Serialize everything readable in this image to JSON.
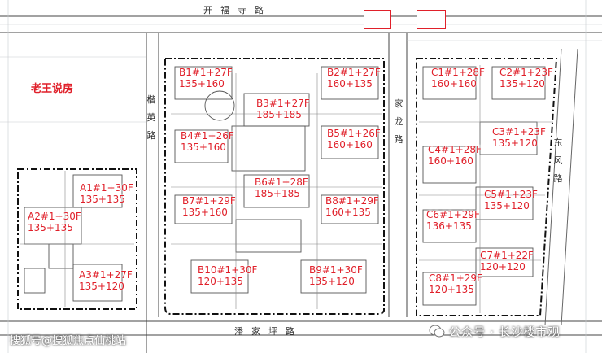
{
  "overlay_title": "老王说房",
  "roads": {
    "top": "开福寺路",
    "bottom": "潘家坪路",
    "left": "楷英路",
    "middle": "家龙路",
    "right": "东风路"
  },
  "buildings": [
    {
      "id": "B1",
      "label": "B1#1+27F",
      "sub": "135+160"
    },
    {
      "id": "B2",
      "label": "B2#1+27F",
      "sub": "160+135"
    },
    {
      "id": "B3",
      "label": "B3#1+27F",
      "sub": "185+185"
    },
    {
      "id": "B4",
      "label": "B4#1+26F",
      "sub": "135+160"
    },
    {
      "id": "B5",
      "label": "B5#1+26F",
      "sub": "160+160"
    },
    {
      "id": "B6",
      "label": "B6#1+28F",
      "sub": "185+185"
    },
    {
      "id": "B7",
      "label": "B7#1+29F",
      "sub": "135+160"
    },
    {
      "id": "B8",
      "label": "B8#1+29F",
      "sub": "160+135"
    },
    {
      "id": "B9",
      "label": "B9#1+30F",
      "sub": "135+120"
    },
    {
      "id": "B10",
      "label": "B10#1+30F",
      "sub": "120+135"
    },
    {
      "id": "A1",
      "label": "A1#1+30F",
      "sub": "135+135"
    },
    {
      "id": "A2",
      "label": "A2#1+30F",
      "sub": "135+135"
    },
    {
      "id": "A3",
      "label": "A3#1+27F",
      "sub": "135+120"
    },
    {
      "id": "C1",
      "label": "C1#1+28F",
      "sub": "160+160"
    },
    {
      "id": "C2",
      "label": "C2#1+23F",
      "sub": "135+120"
    },
    {
      "id": "C3",
      "label": "C3#1+23F",
      "sub": "135+120"
    },
    {
      "id": "C4",
      "label": "C4#1+28F",
      "sub": "160+160"
    },
    {
      "id": "C5",
      "label": "C5#1+23F",
      "sub": "135+120"
    },
    {
      "id": "C6",
      "label": "C6#1+29F",
      "sub": "136+135"
    },
    {
      "id": "C7",
      "label": "C7#1+22F",
      "sub": "120+120"
    },
    {
      "id": "C8",
      "label": "C8#1+29F",
      "sub": "120+135"
    }
  ],
  "watermarks": {
    "left": "搜狐号@搜狐焦点仙桃站",
    "right": "公众号 · 长沙楼市观"
  },
  "colors": {
    "label_red": "#e0202a",
    "line": "#222222",
    "faint": "#9aa0a6"
  }
}
